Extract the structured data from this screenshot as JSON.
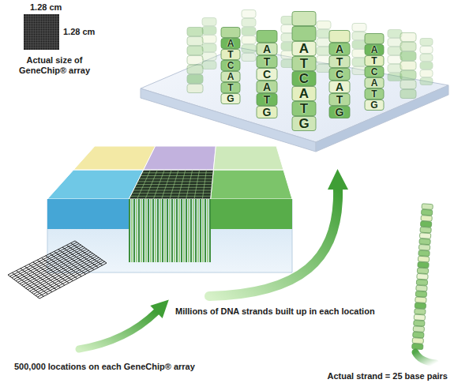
{
  "diagram": {
    "labels": [
      "1.28 cm",
      "1.28 cm",
      "Actual size of GeneChip® array",
      "ATCATG",
      "ATCATG",
      "ATCATG",
      "ATCATG",
      "ATCATG",
      "Millions of DNA strands built up in each location",
      "500,000 locations on each GeneChip® array",
      "Actual strand = 25 base pairs"
    ]
  }
}
